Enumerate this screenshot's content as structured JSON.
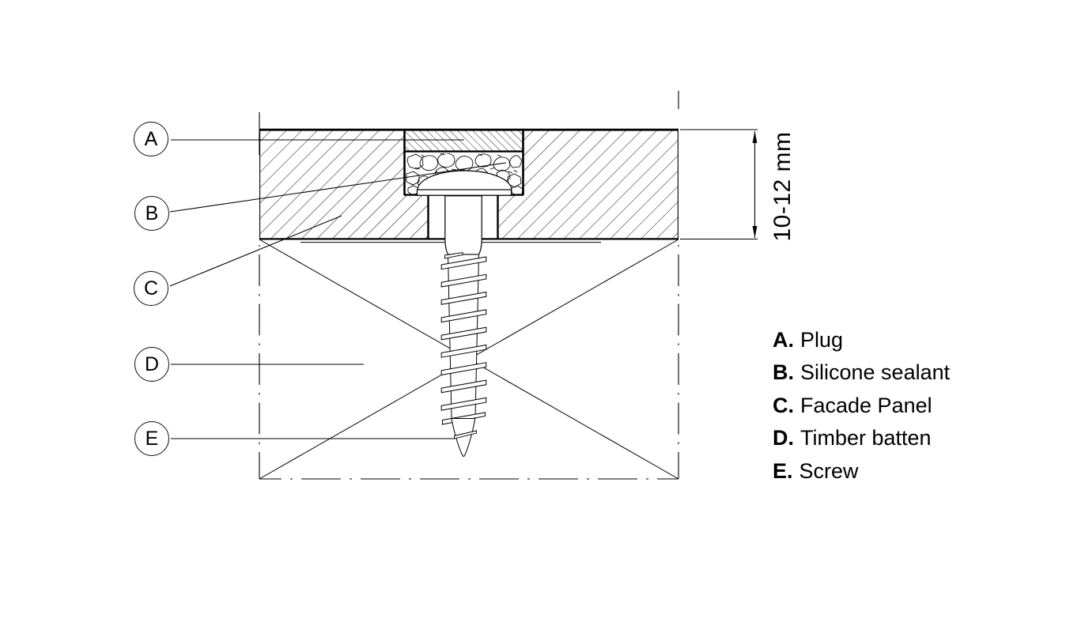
{
  "callouts": [
    {
      "letter": "A"
    },
    {
      "letter": "B"
    },
    {
      "letter": "C"
    },
    {
      "letter": "D"
    },
    {
      "letter": "E"
    }
  ],
  "legend": {
    "items": [
      {
        "key": "A.",
        "label": "Plug"
      },
      {
        "key": "B.",
        "label": "Silicone sealant"
      },
      {
        "key": "C.",
        "label": "Facade Panel"
      },
      {
        "key": "D.",
        "label": "Timber batten"
      },
      {
        "key": "E.",
        "label": "Screw"
      }
    ]
  },
  "dimension": {
    "label": "10-12 mm"
  },
  "colors": {
    "line": "#000000",
    "background": "#ffffff"
  }
}
